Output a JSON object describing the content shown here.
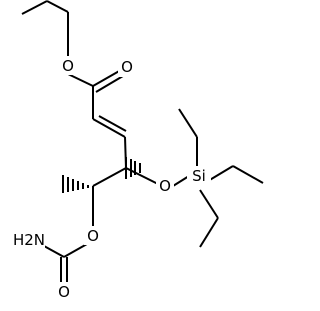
{
  "molecule": {
    "atoms": {
      "ester_ring_oxygen": "O",
      "carbonyl_oxygen": "O",
      "silyl_ether_oxygen": "O",
      "silicon": "Si",
      "carbamate_oxygen": "O",
      "carbamate_amine": "H2N",
      "carbamate_carbonyl_oxygen": "O"
    }
  }
}
